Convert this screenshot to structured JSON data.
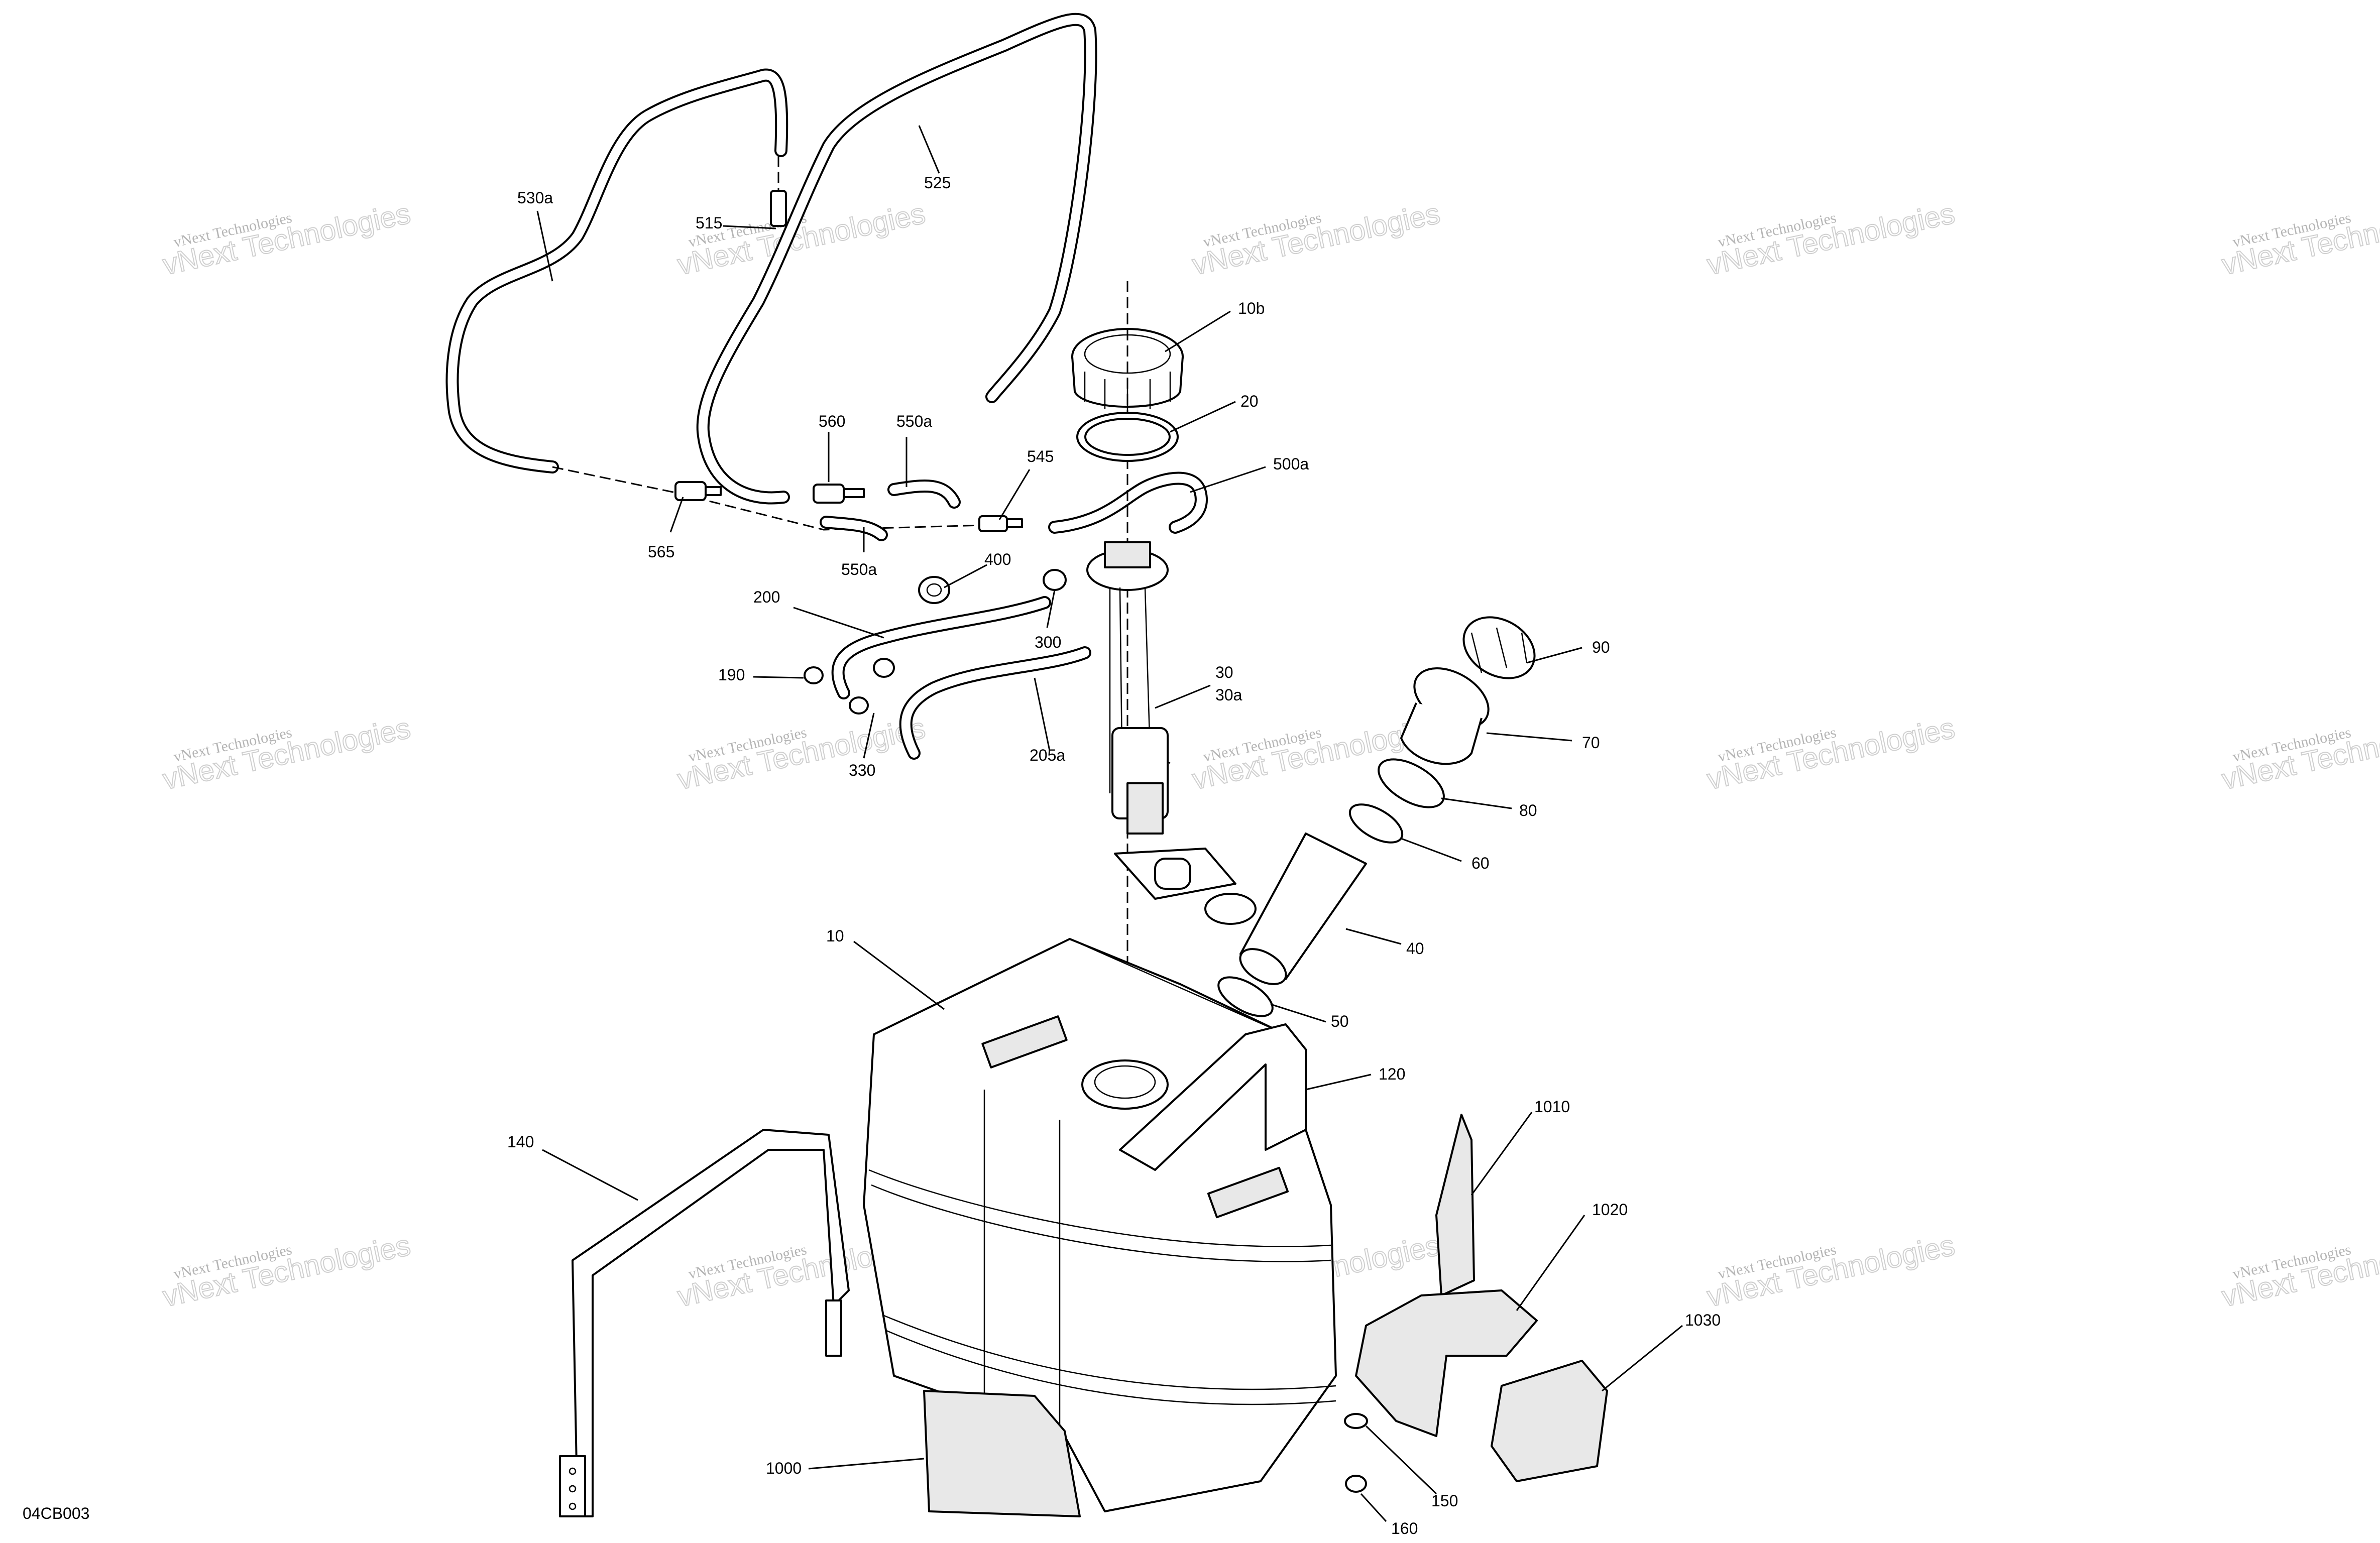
{
  "watermark": {
    "line1": "vNext Technologies",
    "line2": "vNext Technologies"
  },
  "diagram_code": "04CB003",
  "callouts": [
    {
      "id": "530a",
      "text": "530a"
    },
    {
      "id": "515",
      "text": "515"
    },
    {
      "id": "525",
      "text": "525"
    },
    {
      "id": "10b",
      "text": "10b"
    },
    {
      "id": "20",
      "text": "20"
    },
    {
      "id": "560",
      "text": "560"
    },
    {
      "id": "550a-top",
      "text": "550a"
    },
    {
      "id": "545",
      "text": "545"
    },
    {
      "id": "500a",
      "text": "500a"
    },
    {
      "id": "565",
      "text": "565"
    },
    {
      "id": "550a-bottom",
      "text": "550a"
    },
    {
      "id": "400",
      "text": "400"
    },
    {
      "id": "200",
      "text": "200"
    },
    {
      "id": "300",
      "text": "300"
    },
    {
      "id": "190",
      "text": "190"
    },
    {
      "id": "30",
      "text": "30"
    },
    {
      "id": "30a",
      "text": "30a"
    },
    {
      "id": "90",
      "text": "90"
    },
    {
      "id": "205a",
      "text": "205a"
    },
    {
      "id": "330",
      "text": "330"
    },
    {
      "id": "70",
      "text": "70"
    },
    {
      "id": "80",
      "text": "80"
    },
    {
      "id": "60",
      "text": "60"
    },
    {
      "id": "40",
      "text": "40"
    },
    {
      "id": "10",
      "text": "10"
    },
    {
      "id": "50",
      "text": "50"
    },
    {
      "id": "120",
      "text": "120"
    },
    {
      "id": "1010",
      "text": "1010"
    },
    {
      "id": "140",
      "text": "140"
    },
    {
      "id": "1020",
      "text": "1020"
    },
    {
      "id": "1030",
      "text": "1030"
    },
    {
      "id": "1000",
      "text": "1000"
    },
    {
      "id": "150",
      "text": "150"
    },
    {
      "id": "160",
      "text": "160"
    }
  ]
}
